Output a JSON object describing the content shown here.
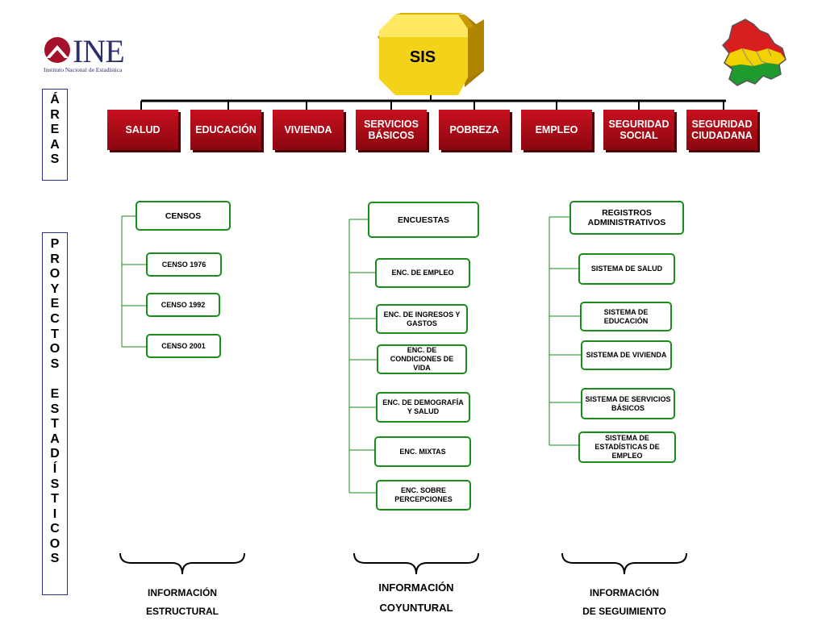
{
  "logo": {
    "name": "INE",
    "subtitle": "Instituto Nacional de Estadística"
  },
  "sis": {
    "label": "SIS"
  },
  "areas_label": [
    "Á",
    "R",
    "E",
    "A",
    "S"
  ],
  "proyectos_label": [
    "P",
    "R",
    "O",
    "Y",
    "E",
    "C",
    "T",
    "O",
    "S",
    "",
    "E",
    "S",
    "T",
    "A",
    "D",
    "Í",
    "S",
    "T",
    "I",
    "C",
    "O",
    "S"
  ],
  "areas": [
    "SALUD",
    "EDUCACIÓN",
    "VIVIENDA",
    "SERVICIOS BÁSICOS",
    "POBREZA",
    "EMPLEO",
    "SEGURIDAD SOCIAL",
    "SEGURIDAD CIUDADANA"
  ],
  "censos": {
    "head": "CENSOS",
    "items": [
      "CENSO 1976",
      "CENSO 1992",
      "CENSO 2001"
    ]
  },
  "encuestas": {
    "head": "ENCUESTAS",
    "items": [
      "ENC. DE EMPLEO",
      "ENC. DE INGRESOS Y GASTOS",
      "ENC. DE CONDICIONES DE VIDA",
      "ENC. DE DEMOGRAFÍA Y SALUD",
      "ENC. MIXTAS",
      "ENC. SOBRE PERCEPCIONES"
    ]
  },
  "registros": {
    "head": "REGISTROS ADMINISTRATIVOS",
    "items": [
      "SISTEMA DE SALUD",
      "SISTEMA DE EDUCACIÓN",
      "SISTEMA DE VIVIENDA",
      "SISTEMA DE SERVICIOS BÁSICOS",
      "SISTEMA DE ESTADÍSTICAS DE EMPLEO"
    ]
  },
  "captions": {
    "estructural": [
      "INFORMACIÓN",
      "ESTRUCTURAL"
    ],
    "coyuntural": [
      "INFORMACIÓN",
      "COYUNTURAL"
    ],
    "seguimiento": [
      "INFORMACIÓN",
      "DE SEGUIMIENTO"
    ]
  },
  "colors": {
    "area_red": "#b50d1a",
    "box_green": "#1a8c1a",
    "sis_gold": "#e6c200",
    "ine_blue": "#2b2f6e",
    "ine_red": "#a3122a"
  }
}
